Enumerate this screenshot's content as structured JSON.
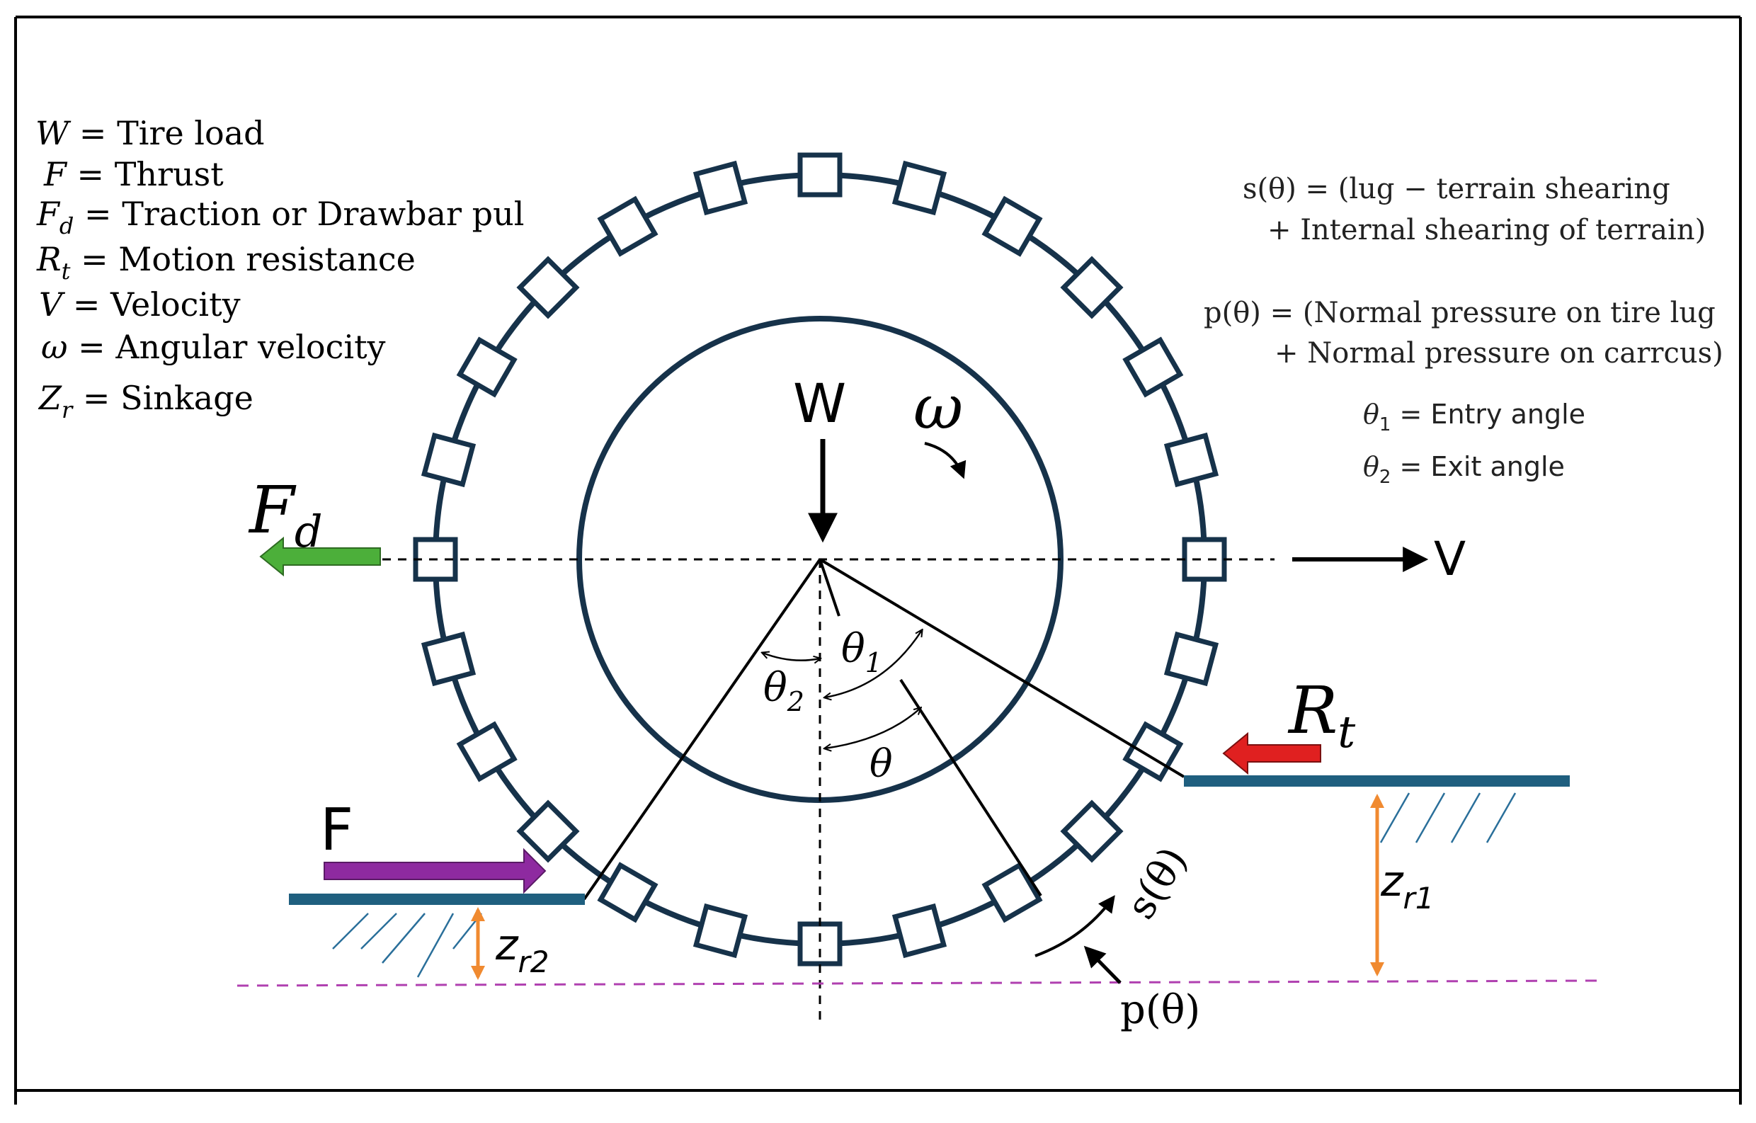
{
  "legend_left": [
    {
      "sym": "W",
      "sub": "",
      "eq": " = ",
      "desc": "Tire load"
    },
    {
      "sym": "F",
      "sub": "",
      "eq": " = ",
      "desc": "Thrust"
    },
    {
      "sym": "F",
      "sub": "d",
      "eq": " = ",
      "desc": "Traction or Drawbar pul"
    },
    {
      "sym": "R",
      "sub": "t",
      "eq": " = ",
      "desc": "Motion resistance"
    },
    {
      "sym": "V",
      "sub": "",
      "eq": " = ",
      "desc": "Velocity"
    },
    {
      "sym": "ω",
      "sub": "",
      "eq": " = ",
      "desc": "Angular velocity"
    },
    {
      "sym": "Z",
      "sub": "r",
      "eq": " = ",
      "desc": "Sinkage"
    }
  ],
  "legend_right": {
    "s_line1": "s(θ) = (lug − terrain shearing",
    "s_line2": "+ Internal shearing of terrain)",
    "p_line1": "p(θ) = (Normal pressure on tire lug",
    "p_line2": "+ Normal pressure on carrcus)",
    "theta1_sym": "θ",
    "theta1_sub": "1",
    "theta1_desc": " = Entry angle",
    "theta2_sym": "θ",
    "theta2_sub": "2",
    "theta2_desc": " = Exit angle"
  },
  "labels": {
    "W": "W",
    "omega": "ω",
    "Fd_main": "F",
    "Fd_sub": "d",
    "V": "V",
    "Rt_main": "R",
    "Rt_sub": "t",
    "F": "F",
    "theta": "θ",
    "theta1_main": "θ",
    "theta1_sub": "1",
    "theta2_main": "θ",
    "theta2_sub": "2",
    "zr1_main": "z",
    "zr1_sub": "r1",
    "zr2_main": "z",
    "zr2_sub": "r2",
    "s_theta": "s(θ)",
    "p_theta": "p(θ)"
  },
  "colors": {
    "tire": "#16324a",
    "ground": "#1f5f7f",
    "hatch": "#2a6f9a",
    "traction_arrow": "#4caf3a",
    "resistance_arrow": "#e02020",
    "thrust_arrow": "#8e2aa0",
    "sinkage_arrow": "#f08a30",
    "sinkage_line": "#b040b0"
  }
}
